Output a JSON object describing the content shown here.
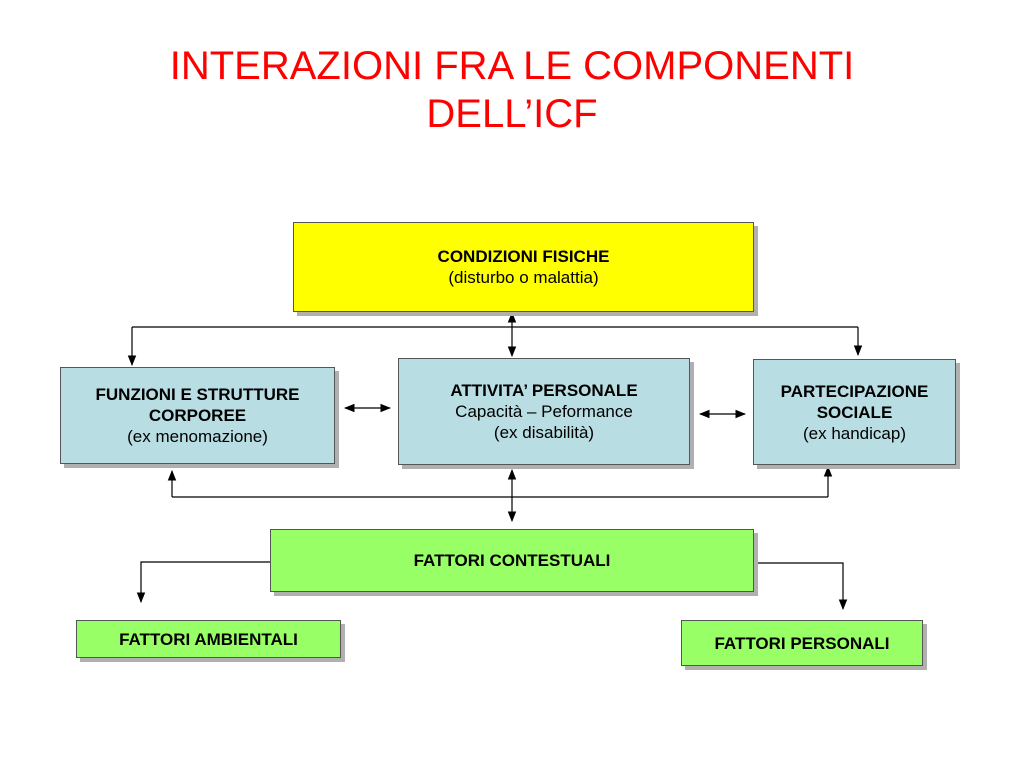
{
  "slide": {
    "title_line1": "INTERAZIONI FRA LE COMPONENTI",
    "title_line2": "DELL’ICF"
  },
  "colors": {
    "title": "#ff0000",
    "condizioni": "#ffff00",
    "components": "#b8dde3",
    "fattori": "#99ff66"
  },
  "boxes": {
    "condizioni": {
      "line1": "CONDIZIONI FISICHE",
      "line2": "(disturbo o malattia)"
    },
    "funzioni": {
      "line1": "FUNZIONI E STRUTTURE",
      "line2": "CORPOREE",
      "line3": "(ex menomazione)"
    },
    "attivita": {
      "line1": "ATTIVITA’ PERSONALE",
      "line2": "Capacità – Peformance",
      "line3": "(ex disabilità)"
    },
    "partecipazione": {
      "line1": "PARTECIPAZIONE",
      "line2": "SOCIALE",
      "line3": "(ex handicap)"
    },
    "contestuali": {
      "line1": "FATTORI CONTESTUALI"
    },
    "ambientali": {
      "line1": "FATTORI AMBIENTALI"
    },
    "personali": {
      "line1": "FATTORI PERSONALI"
    }
  }
}
